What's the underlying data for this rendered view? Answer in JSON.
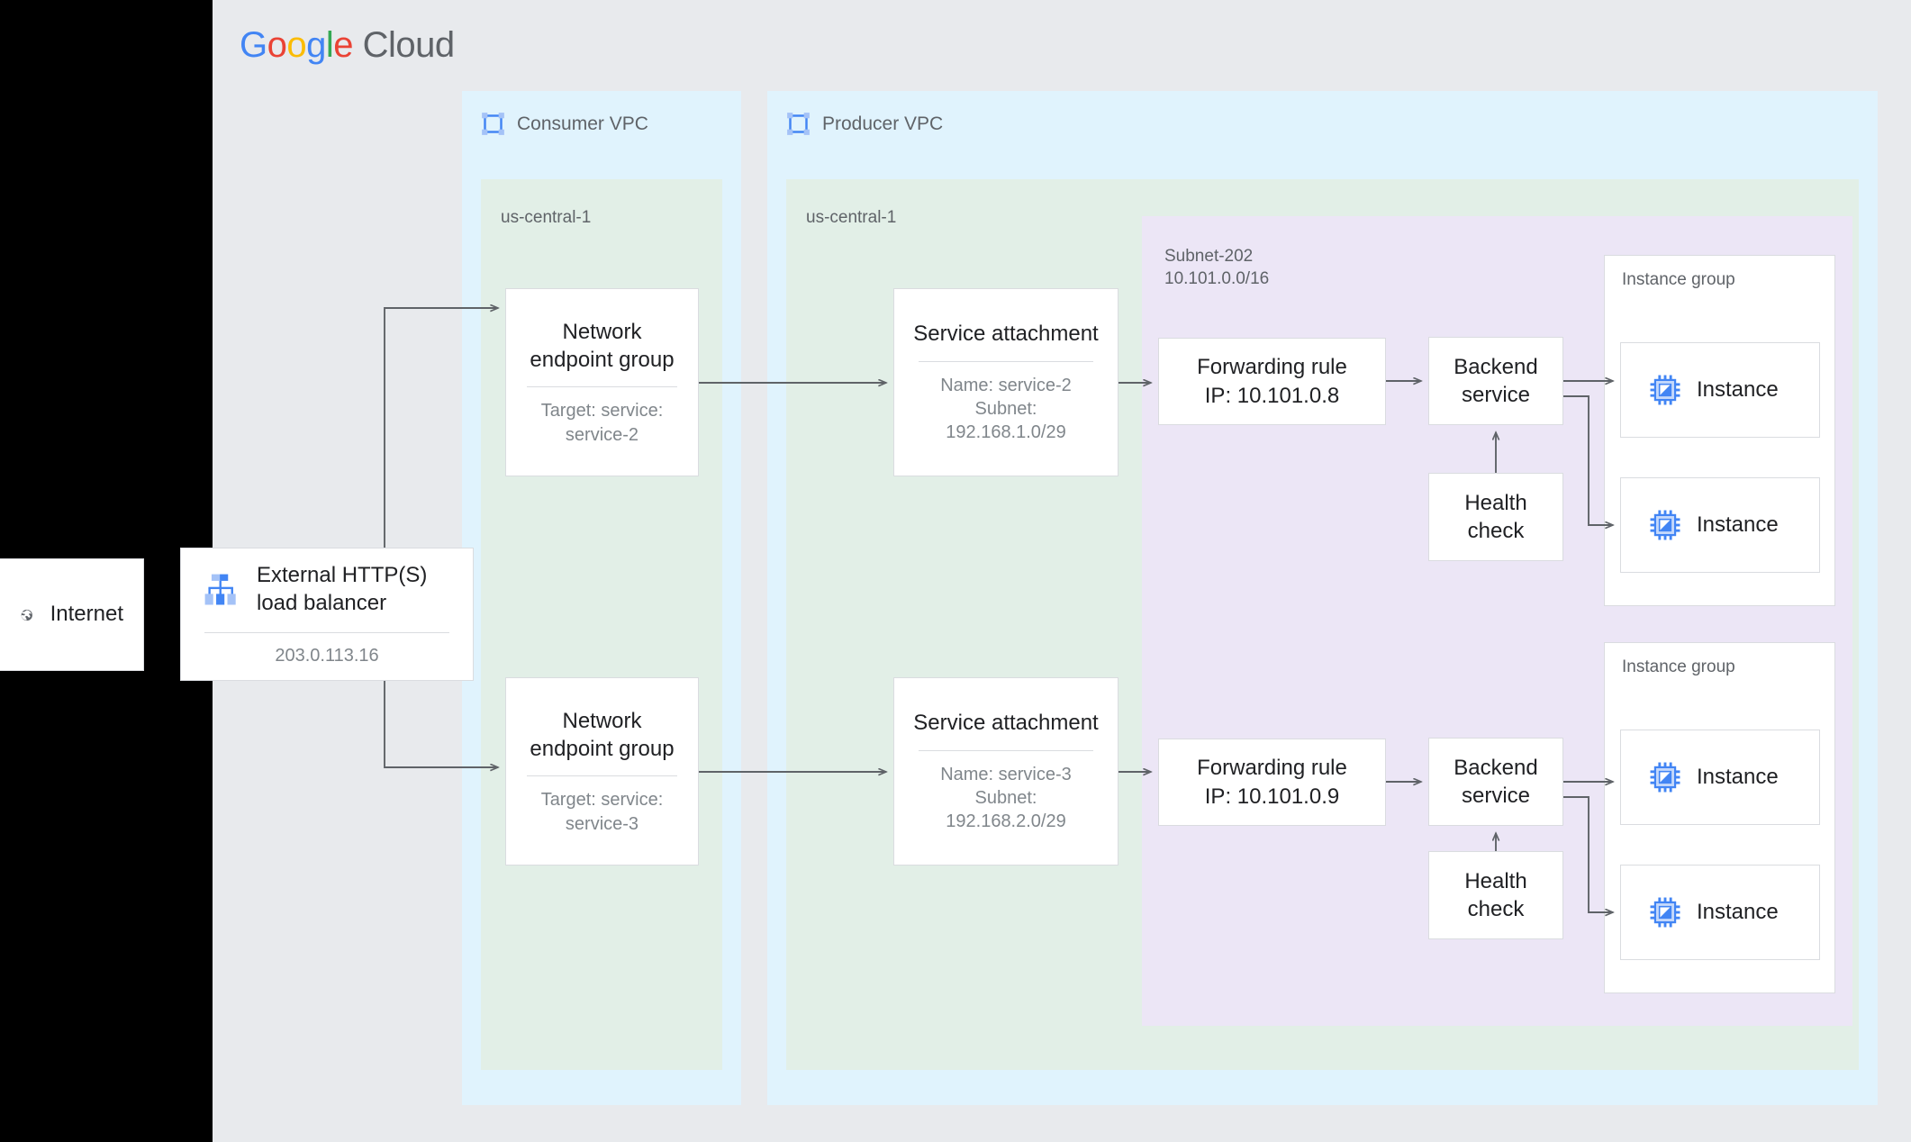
{
  "brand": {
    "g": "G",
    "o1": "o",
    "o2": "o",
    "g2": "g",
    "l": "l",
    "e": "e",
    "cloud": "Cloud"
  },
  "internet": {
    "label": "Internet",
    "icon": "globe-icon"
  },
  "load_balancer": {
    "title_line1": "External HTTP(S)",
    "title_line2": "load balancer",
    "ip": "203.0.113.16",
    "icon": "load-balancer-icon"
  },
  "consumer_vpc": {
    "label": "Consumer VPC",
    "icon": "vpc-icon",
    "region": "us-central-1"
  },
  "producer_vpc": {
    "label": "Producer VPC",
    "icon": "vpc-icon",
    "region": "us-central-1"
  },
  "subnet": {
    "name": "Subnet-202",
    "cidr": "10.101.0.0/16"
  },
  "negs": [
    {
      "title_line1": "Network",
      "title_line2": "endpoint group",
      "sub_line1": "Target: service:",
      "sub_line2": "service-2"
    },
    {
      "title_line1": "Network",
      "title_line2": "endpoint group",
      "sub_line1": "Target: service:",
      "sub_line2": "service-3"
    }
  ],
  "service_attachments": [
    {
      "title": "Service attachment",
      "name": "Name: service-2",
      "subnet_label": "Subnet:",
      "subnet_cidr": "192.168.1.0/29"
    },
    {
      "title": "Service attachment",
      "name": "Name: service-3",
      "subnet_label": "Subnet:",
      "subnet_cidr": "192.168.2.0/29"
    }
  ],
  "forwarding_rules": [
    {
      "line1": "Forwarding rule",
      "line2": "IP: 10.101.0.8"
    },
    {
      "line1": "Forwarding rule",
      "line2": "IP: 10.101.0.9"
    }
  ],
  "backend_services": [
    {
      "line1": "Backend",
      "line2": "service"
    },
    {
      "line1": "Backend",
      "line2": "service"
    }
  ],
  "health_checks": [
    {
      "line1": "Health",
      "line2": "check"
    },
    {
      "line1": "Health",
      "line2": "check"
    }
  ],
  "instance_groups": [
    {
      "label": "Instance group",
      "instances": [
        {
          "label": "Instance",
          "icon": "instance-chip-icon"
        },
        {
          "label": "Instance",
          "icon": "instance-chip-icon"
        }
      ]
    },
    {
      "label": "Instance group",
      "instances": [
        {
          "label": "Instance",
          "icon": "instance-chip-icon"
        },
        {
          "label": "Instance",
          "icon": "instance-chip-icon"
        }
      ]
    }
  ],
  "colors": {
    "vpc": "#e0f3fd",
    "region": "#e2efe7",
    "subnet": "#ece6f6",
    "canvas": "#e8eaed",
    "wire": "#5f6368",
    "accent": "#4285f4"
  }
}
